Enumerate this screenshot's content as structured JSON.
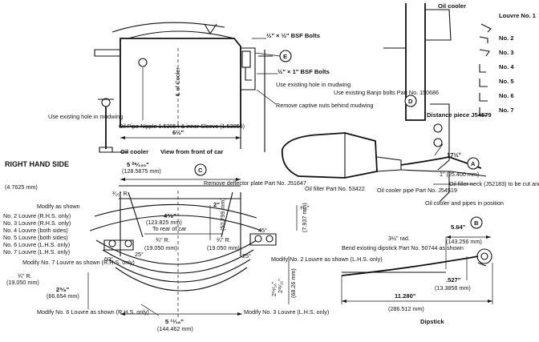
{
  "top": {
    "louvre_title": "Louvre No. 1",
    "louvre_numbers": [
      "No. 2",
      "No. 3",
      "No. 4",
      "No. 5",
      "No. 6",
      "No. 7"
    ],
    "oil_cooler_top": "Oil cooler",
    "bsf_bolts_1": "½\" × ½\" BSF Bolts",
    "bsf_bolts_2": "½\" × 1\" BSF Bolts",
    "callout_e": "E",
    "existing_hole_mudwing": "Use existing hole in mudwing",
    "remove_captive_nuts": "Remove captive nuts behind mudwing",
    "existing_hole_left": "Use existing hole in mudwing",
    "cooler_center": "℄ of Cooler",
    "nipple": "Oil Pipe Nipple 1.53054 & inner Sleeve (1.53055)",
    "oil_cooler_caption": "Oil cooler",
    "view_caption": "View from front of car",
    "dim_6": "6½\"",
    "banjo": "Use existing Banjo bolts Part No. 150686",
    "callout_d": "D",
    "distance_piece": "Distance piece J54579",
    "oil_filter": "Oil filter Part No. 53422",
    "cooler_pipe": "Oil cooler pipe Part No. J54519",
    "angle_175": "17½°",
    "callout_a": "A",
    "dim_25400": "1\" (25.400 mm)",
    "filler_neck": "Oil filler neck (J52183) to be cut and welded as shown",
    "cooler_pipes_pos": "Oil cooler and pipes in position"
  },
  "left": {
    "rhs": "RIGHT HAND SIDE",
    "callout_c": "C",
    "dim_506": "5 ⁰⁶⁄₁₀₀\"",
    "dim_128": "(128.5875 mm)",
    "dim_4762": "(4.7625 mm)",
    "remove_deflector": "Remove deflector plate Part No. J51647",
    "r_3_16": "³⁄₁₆\" R.",
    "modify_as_shown": "Modify as shown",
    "dim_4_7_8": "4⁷⁄₈\"",
    "dim_123": "(123.825 mm)",
    "to_rear": "To rear of car",
    "dim_2": "2\"",
    "dim_50": "(50.799 mm)",
    "louvre_list": [
      "No. 2 Louvre (R.H.S. only)",
      "No. 3 Louvre (R.H.S. only)",
      "No. 4 Louvre (both sides)",
      "No. 5 Louvre (both sides)",
      "No. 6 Louvre (L.H.S. only)",
      "No. 7 Louvre (L.H.S. only)"
    ],
    "r_3_4a": "¾\" R.",
    "r_19a": "(19.050 mm)",
    "r_3_4b": "¾\" R.",
    "r_19b": "(19.050 mm)",
    "deg_25a": "25°",
    "deg_25b": "25°",
    "deg_60": "60°",
    "deg_45": "45°",
    "dim_0312": "³⁄₁₆\"",
    "dim_937": "(7.937 mm)",
    "modify7": "Modify No. 7 Louvre as shown (R.H.S. only)",
    "r_3_4c": "¾\" R.",
    "r_19c": "(19.050 mm)",
    "modify2": "Modify No. 2 Louvre as shown (L.H.S. only)",
    "dim_2_5_8": "2⁵⁄₈\"",
    "dim_66": "(66.654 mm)",
    "dim_2_11_16": "2¹¹⁄₁₆\"",
    "dim_68": "(68.26 mm)",
    "dim_2_14": "2¹⁴⁄₁₆\"",
    "modify6": "Modify No. 6 Louvre as shown (R.H.S. only)",
    "modify3": "Modify No. 3 Louvre (L.H.S. only)",
    "dim_5_11_16": "5 ¹¹⁄₁₆\"",
    "dim_144": "(144.462 mm)"
  },
  "right": {
    "callout_b": "B",
    "dim_5_64": "5.64\"",
    "dim_143": "(143.256 mm)",
    "rad": "3½\" rad.",
    "bend": "Bend existing dipstick Part No. 50744 as shown",
    "dim_527": ".527\"",
    "dim_13": "(13.3858 mm)",
    "dim_11": "11.280\"",
    "dim_286": "(286.512 mm)",
    "dipstick": "Dipstick"
  }
}
